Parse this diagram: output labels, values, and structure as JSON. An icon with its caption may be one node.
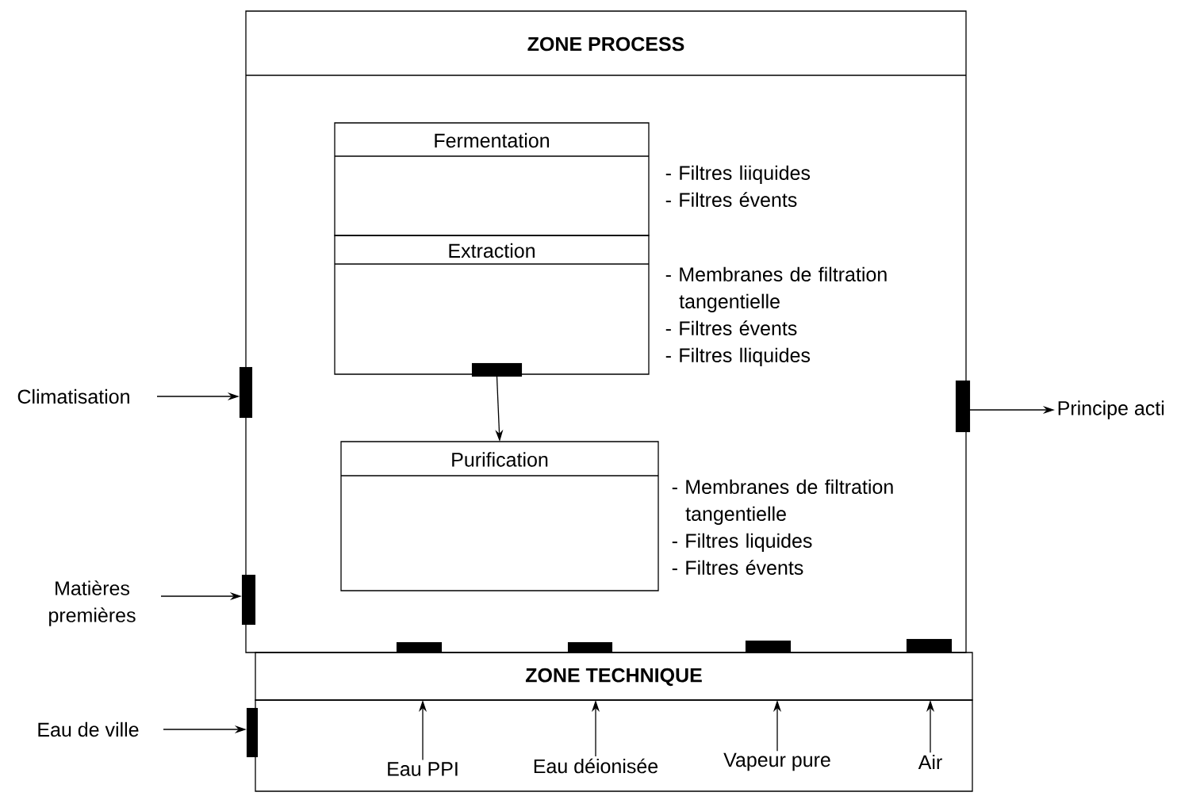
{
  "diagram": {
    "nodes": [
      {
        "text": [
          "ZONE PROCESS"
        ]
      },
      {
        "text": [
          "Fermentation"
        ],
        "in": 0,
        "beside": [
          "- Filtres liiquides",
          "- Filtres évents"
        ]
      },
      {
        "text": [
          "Extraction"
        ],
        "in": 0,
        "beside": [
          "- Membranes de filtration tangentielle",
          "- Filtres évents",
          "- Filtres lliquides"
        ]
      },
      {
        "text": [],
        "shape": "bar",
        "in": 0
      },
      {
        "text": [
          "Purification"
        ],
        "in": 0,
        "beside": [
          "- Membranes de filtration tangentielle",
          "- Filtres liquides",
          "- Filtres évents"
        ]
      },
      {
        "text": [],
        "shape": "bar"
      },
      {
        "text": [],
        "shape": "bar"
      },
      {
        "text": [],
        "shape": "bar"
      },
      {
        "text": [],
        "shape": "bar",
        "in": 0
      },
      {
        "text": [],
        "shape": "bar",
        "in": 0
      },
      {
        "text": [],
        "shape": "bar",
        "in": 0
      },
      {
        "text": [],
        "shape": "bar",
        "in": 0
      },
      {
        "text": [
          "ZONE TECHNIQUE"
        ]
      },
      {
        "text": [],
        "shape": "bar"
      },
      {
        "text": [
          "Climatisation"
        ]
      },
      {
        "text": [
          "Matières premières"
        ]
      },
      {
        "text": [
          "Eau de ville"
        ]
      },
      {
        "text": [
          "Principe acti"
        ]
      },
      {
        "text": [
          "Eau PPI"
        ],
        "in": 22
      },
      {
        "text": [
          "Eau déionisée"
        ],
        "in": 22
      },
      {
        "text": [
          "Vapeur pure"
        ],
        "in": 22
      },
      {
        "text": [
          "Air"
        ],
        "in": 22
      },
      {
        "text": [],
        "shape": "box"
      }
    ],
    "edges": [
      {
        "from": 14,
        "to": 5,
        "arrow": "to"
      },
      {
        "from": 15,
        "to": 6,
        "arrow": "to"
      },
      {
        "from": 16,
        "to": 13,
        "arrow": "to"
      },
      {
        "from": 7,
        "to": 17,
        "arrow": "to"
      },
      {
        "from": 3,
        "to": 4,
        "arrow": "to"
      },
      {
        "from": 18,
        "to": 12,
        "arrow": "to"
      },
      {
        "from": 19,
        "to": 12,
        "arrow": "to"
      },
      {
        "from": 20,
        "to": 12,
        "arrow": "to"
      },
      {
        "from": 21,
        "to": 12,
        "arrow": "to"
      }
    ]
  }
}
